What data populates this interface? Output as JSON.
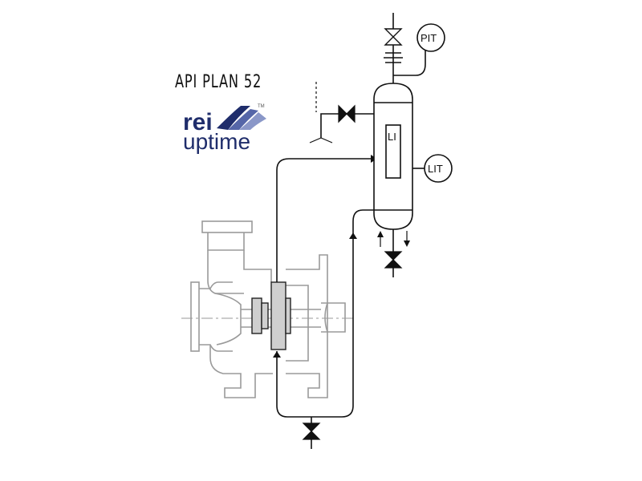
{
  "title": "API PLAN 52",
  "logo": {
    "brand_line1": "rei",
    "brand_line2": "uptime",
    "trademark": "TM",
    "brand_color": "#1f2d6b",
    "swoosh_colors": [
      "#1f2d6b",
      "#5566a8",
      "#8a97c8"
    ]
  },
  "instruments": {
    "pressure_transmitter": "PIT",
    "level_indicator": "LI",
    "level_transmitter": "LIT"
  },
  "colors": {
    "process_line": "#111111",
    "equipment_outline": "#9a9a9a",
    "seal_fill": "#cfcfcf"
  }
}
